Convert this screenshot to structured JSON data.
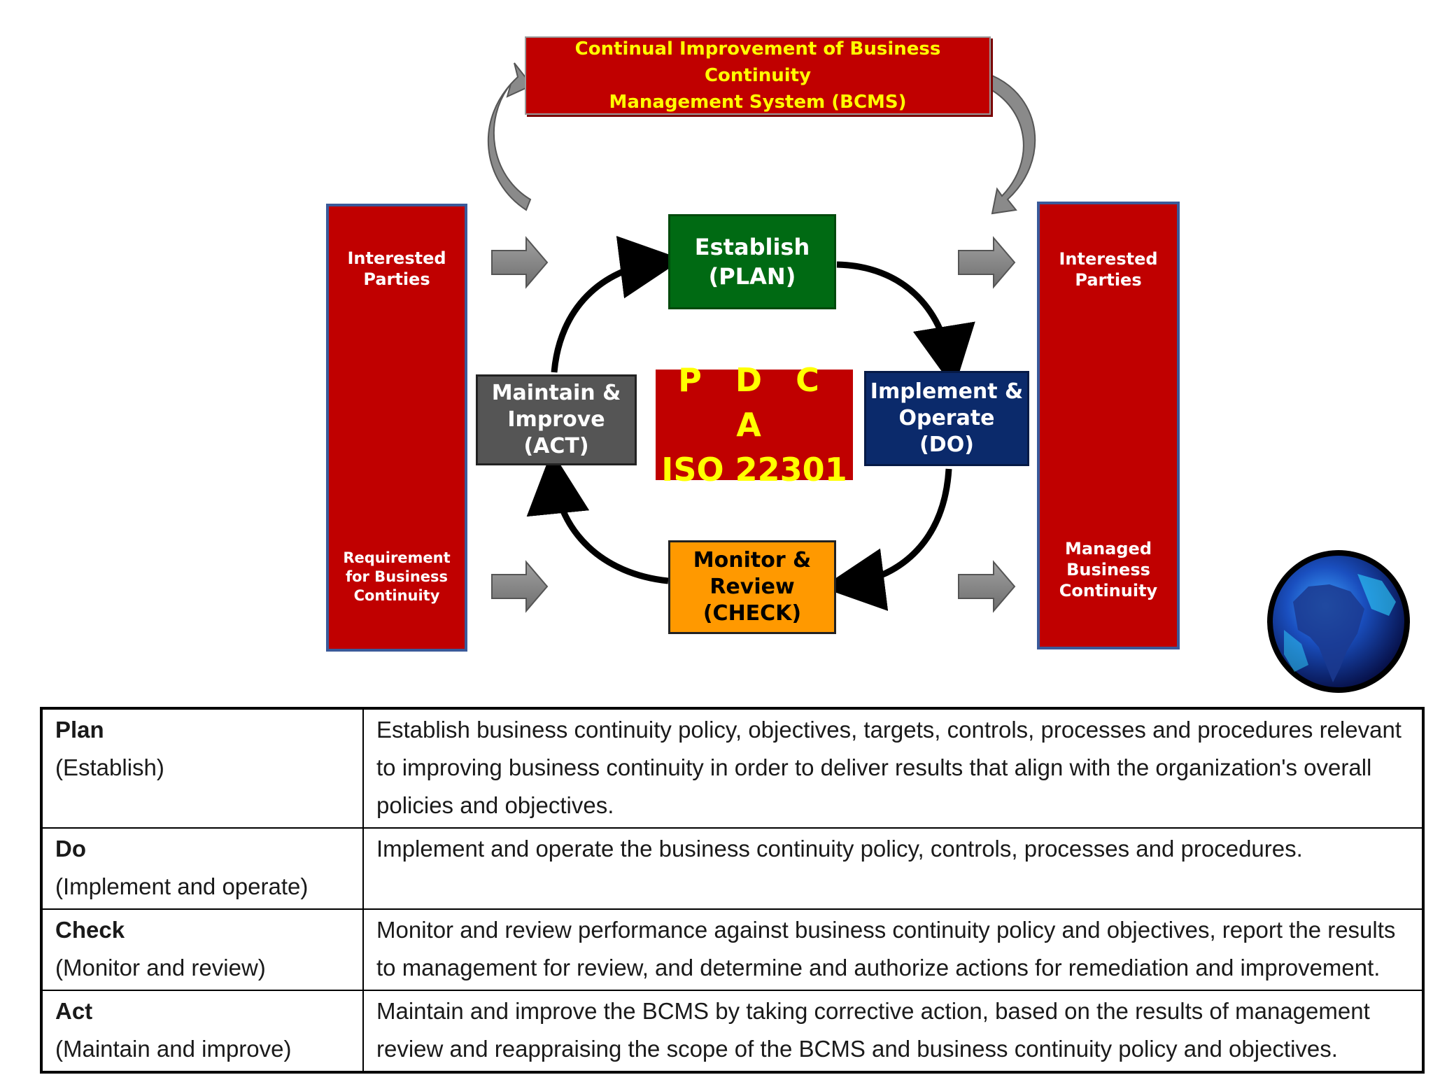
{
  "banner": {
    "line1": "Continual Improvement of Business Continuity",
    "line2": "Management System (BCMS)"
  },
  "left_column": {
    "top_label": "Interested Parties",
    "bottom_label": "Requirement for Business Continuity"
  },
  "right_column": {
    "top_label": "Interested Parties",
    "bottom_label": "Managed Business Continuity"
  },
  "cycle": {
    "plan": {
      "line1": "Establish",
      "line2": "(PLAN)"
    },
    "do": {
      "line1": "Implement &",
      "line2": "Operate",
      "line3": "(DO)"
    },
    "check": {
      "line1": "Monitor &",
      "line2": "Review",
      "line3": "(CHECK)"
    },
    "act": {
      "line1": "Maintain &",
      "line2": "Improve",
      "line3": "(ACT)"
    },
    "center": {
      "line1": "P D C A",
      "line2": "ISO 22301"
    }
  },
  "table": {
    "rows": [
      {
        "phase": "Plan",
        "sub": "(Establish)",
        "description": "Establish business continuity policy, objectives, targets, controls, processes and procedures relevant to improving business continuity in order to deliver results that align with the organization's overall policies and objectives."
      },
      {
        "phase": "Do",
        "sub": "(Implement and operate)",
        "description": "Implement and operate the business continuity policy, controls, processes and procedures."
      },
      {
        "phase": "Check",
        "sub": "(Monitor and review)",
        "description": "Monitor and review performance against business continuity policy and objectives, report the results to management for review, and determine and authorize actions for remediation and improvement."
      },
      {
        "phase": "Act",
        "sub": "(Maintain and improve)",
        "description": "Maintain and improve the BCMS by taking corrective action, based on the results of management review and reappraising the scope of the BCMS and business continuity policy and objectives."
      }
    ]
  },
  "colors": {
    "red": "#c00000",
    "green": "#006a13",
    "navy": "#0b2a6b",
    "orange": "#ff9900",
    "gray": "#555555",
    "yellow_text": "#ffff00",
    "arrow_gray": "#808080"
  },
  "icons": {
    "globe": "globe-icon"
  }
}
